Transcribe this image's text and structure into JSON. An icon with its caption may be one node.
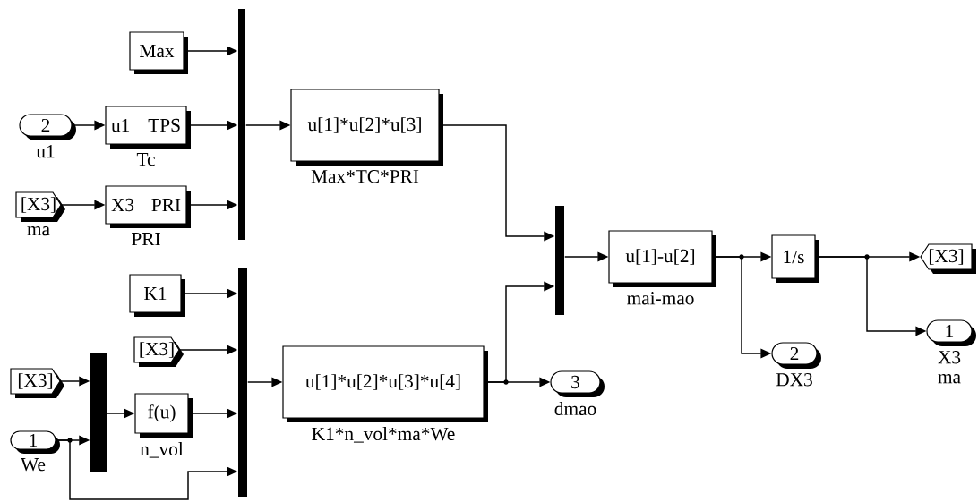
{
  "diagram": {
    "nodes": [
      {
        "text": [
          "Max"
        ]
      },
      {
        "text": [
          "2"
        ],
        "beside": [
          "u1"
        ]
      },
      {
        "text": [
          "u1",
          "TPS"
        ],
        "beside": [
          "Tc"
        ]
      },
      {
        "text": [
          "[X3]"
        ],
        "beside": [
          "ma"
        ]
      },
      {
        "text": [
          "X3",
          "PRI"
        ],
        "beside": [
          "PRI"
        ]
      },
      {
        "text": [],
        "shape": "bar"
      },
      {
        "text": [
          "u[1]*u[2]*u[3]"
        ],
        "beside": [
          "Max*TC*PRI"
        ]
      },
      {
        "text": [
          "K1"
        ]
      },
      {
        "text": [
          "[X3]"
        ]
      },
      {
        "text": [
          "[X3]"
        ]
      },
      {
        "text": [
          "1"
        ],
        "beside": [
          "We"
        ]
      },
      {
        "text": [],
        "shape": "bar"
      },
      {
        "text": [
          "f(u)"
        ],
        "beside": [
          "n_vol"
        ]
      },
      {
        "text": [],
        "shape": "bar"
      },
      {
        "text": [
          "u[1]*u[2]*u[3]*u[4]"
        ],
        "beside": [
          "K1*n_vol*ma*We"
        ]
      },
      {
        "text": [
          "3"
        ],
        "beside": [
          "dmao"
        ]
      },
      {
        "text": [],
        "shape": "bar"
      },
      {
        "text": [
          "u[1]-u[2]"
        ],
        "beside": [
          "mai-mao"
        ]
      },
      {
        "text": [
          "1/s"
        ]
      },
      {
        "text": [
          "[X3]"
        ]
      },
      {
        "text": [
          "2"
        ],
        "beside": [
          "DX3"
        ]
      },
      {
        "text": [
          "1"
        ],
        "beside": [
          "X3",
          "ma"
        ]
      }
    ],
    "edges": [
      {
        "from": 0,
        "to": 5,
        "arrow": "to"
      },
      {
        "from": 1,
        "to": 2,
        "arrow": "to"
      },
      {
        "from": 2,
        "to": 5,
        "arrow": "to"
      },
      {
        "from": 3,
        "to": 4,
        "arrow": "to"
      },
      {
        "from": 4,
        "to": 5,
        "arrow": "to"
      },
      {
        "from": 5,
        "to": 6,
        "arrow": "to"
      },
      {
        "from": 7,
        "to": 13,
        "arrow": "to"
      },
      {
        "from": 8,
        "to": 13,
        "arrow": "to"
      },
      {
        "from": 9,
        "to": 11,
        "arrow": "to"
      },
      {
        "from": 10,
        "to": 11,
        "arrow": "to"
      },
      {
        "from": 10,
        "to": 13,
        "arrow": "to"
      },
      {
        "from": 11,
        "to": 12,
        "arrow": "to"
      },
      {
        "from": 12,
        "to": 13,
        "arrow": "to"
      },
      {
        "from": 13,
        "to": 14,
        "arrow": "to"
      },
      {
        "from": 14,
        "to": 16,
        "arrow": "to"
      },
      {
        "from": 14,
        "to": 15,
        "arrow": "to"
      },
      {
        "from": 6,
        "to": 16,
        "arrow": "to"
      },
      {
        "from": 16,
        "to": 17,
        "arrow": "to"
      },
      {
        "from": 17,
        "to": 18,
        "arrow": "to"
      },
      {
        "from": 17,
        "to": 20,
        "arrow": "to"
      },
      {
        "from": 18,
        "to": 19,
        "arrow": "to"
      },
      {
        "from": 18,
        "to": 21,
        "arrow": "to"
      }
    ]
  }
}
